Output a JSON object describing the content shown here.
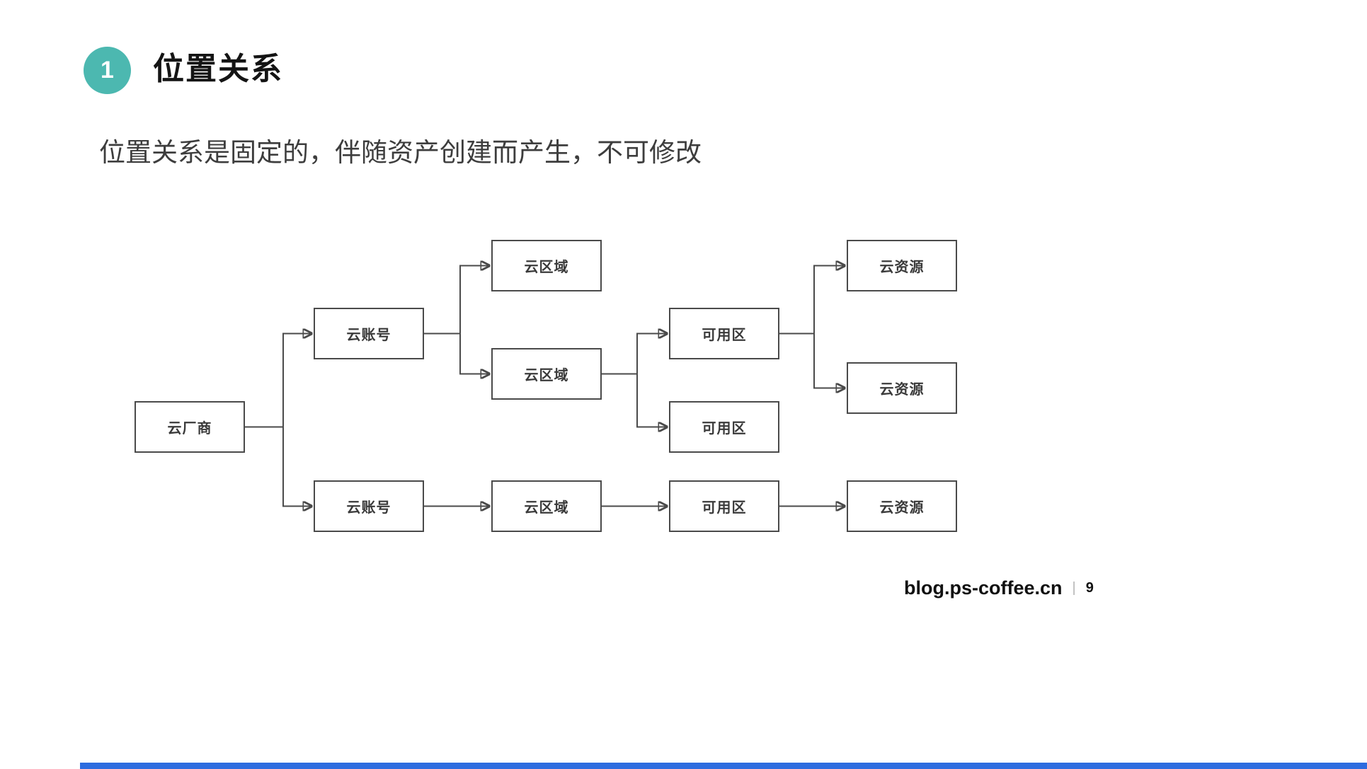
{
  "slide": {
    "badge_number": "1",
    "title": "位置关系",
    "subtitle": "位置关系是固定的，伴随资产创建而产生，不可修改",
    "footer": {
      "site": "blog.ps-coffee.cn",
      "separator": "|",
      "page_number": "9"
    }
  },
  "colors": {
    "badge_background": "#4cb8b0",
    "box_border": "#4a4a4a",
    "connector": "#4a4a4a",
    "accent_bar": "#2d6cdf"
  },
  "diagram": {
    "nodes": [
      {
        "id": "cloud-vendor",
        "label": "云厂商"
      },
      {
        "id": "cloud-account-1",
        "label": "云账号"
      },
      {
        "id": "cloud-account-2",
        "label": "云账号"
      },
      {
        "id": "cloud-region-1",
        "label": "云区域"
      },
      {
        "id": "cloud-region-2",
        "label": "云区域"
      },
      {
        "id": "cloud-region-3",
        "label": "云区域"
      },
      {
        "id": "availability-zone-1",
        "label": "可用区"
      },
      {
        "id": "availability-zone-2",
        "label": "可用区"
      },
      {
        "id": "availability-zone-3",
        "label": "可用区"
      },
      {
        "id": "cloud-resource-1",
        "label": "云资源"
      },
      {
        "id": "cloud-resource-2",
        "label": "云资源"
      },
      {
        "id": "cloud-resource-3",
        "label": "云资源"
      }
    ],
    "edges": [
      {
        "from": "cloud-vendor",
        "to": "cloud-account-1"
      },
      {
        "from": "cloud-vendor",
        "to": "cloud-account-2"
      },
      {
        "from": "cloud-account-1",
        "to": "cloud-region-1"
      },
      {
        "from": "cloud-account-1",
        "to": "cloud-region-2"
      },
      {
        "from": "cloud-region-2",
        "to": "availability-zone-1"
      },
      {
        "from": "cloud-region-2",
        "to": "availability-zone-2"
      },
      {
        "from": "availability-zone-1",
        "to": "cloud-resource-1"
      },
      {
        "from": "availability-zone-1",
        "to": "cloud-resource-2"
      },
      {
        "from": "cloud-account-2",
        "to": "cloud-region-3"
      },
      {
        "from": "cloud-region-3",
        "to": "availability-zone-3"
      },
      {
        "from": "availability-zone-3",
        "to": "cloud-resource-3"
      }
    ]
  }
}
